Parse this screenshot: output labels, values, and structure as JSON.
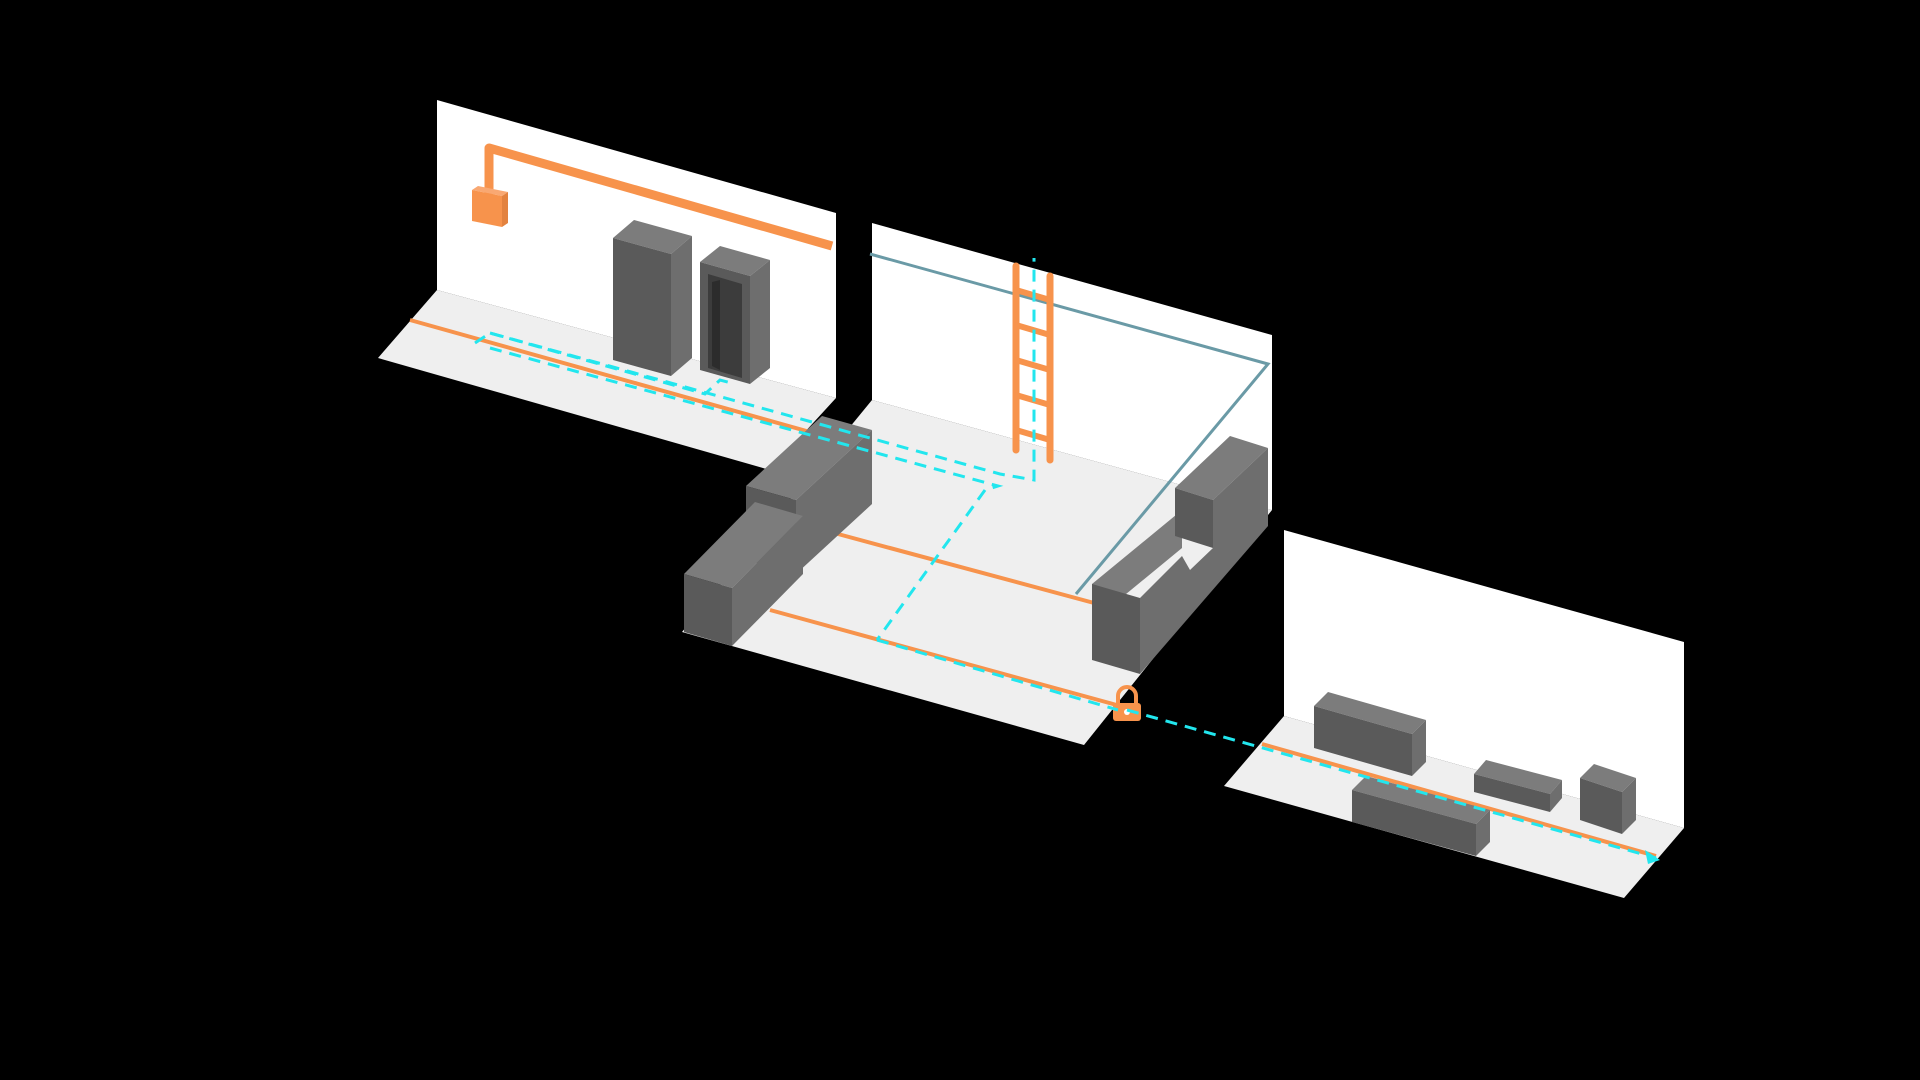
{
  "palette": {
    "background": "#000000",
    "wall": "#ffffff",
    "floor": "#efefef",
    "cable_tray": "#f7934c",
    "ladder": "#f7934c",
    "equipment_front": "#5a5a5a",
    "equipment_side": "#6e6e6e",
    "equipment_top": "#7c7c7c",
    "equipment_dark": "#3c3c3c",
    "pipe": "#6a9aa6",
    "path": "#22e6ee",
    "lock": "#f7934c"
  },
  "icons": {
    "junction": "junction-box-icon",
    "ladder": "ladder-icon",
    "lock": "padlock-icon",
    "arrow": "arrowhead-icon"
  },
  "diagram": {
    "rooms": [
      "room-upper-left",
      "room-center",
      "room-right"
    ],
    "route_style": "dashed"
  }
}
